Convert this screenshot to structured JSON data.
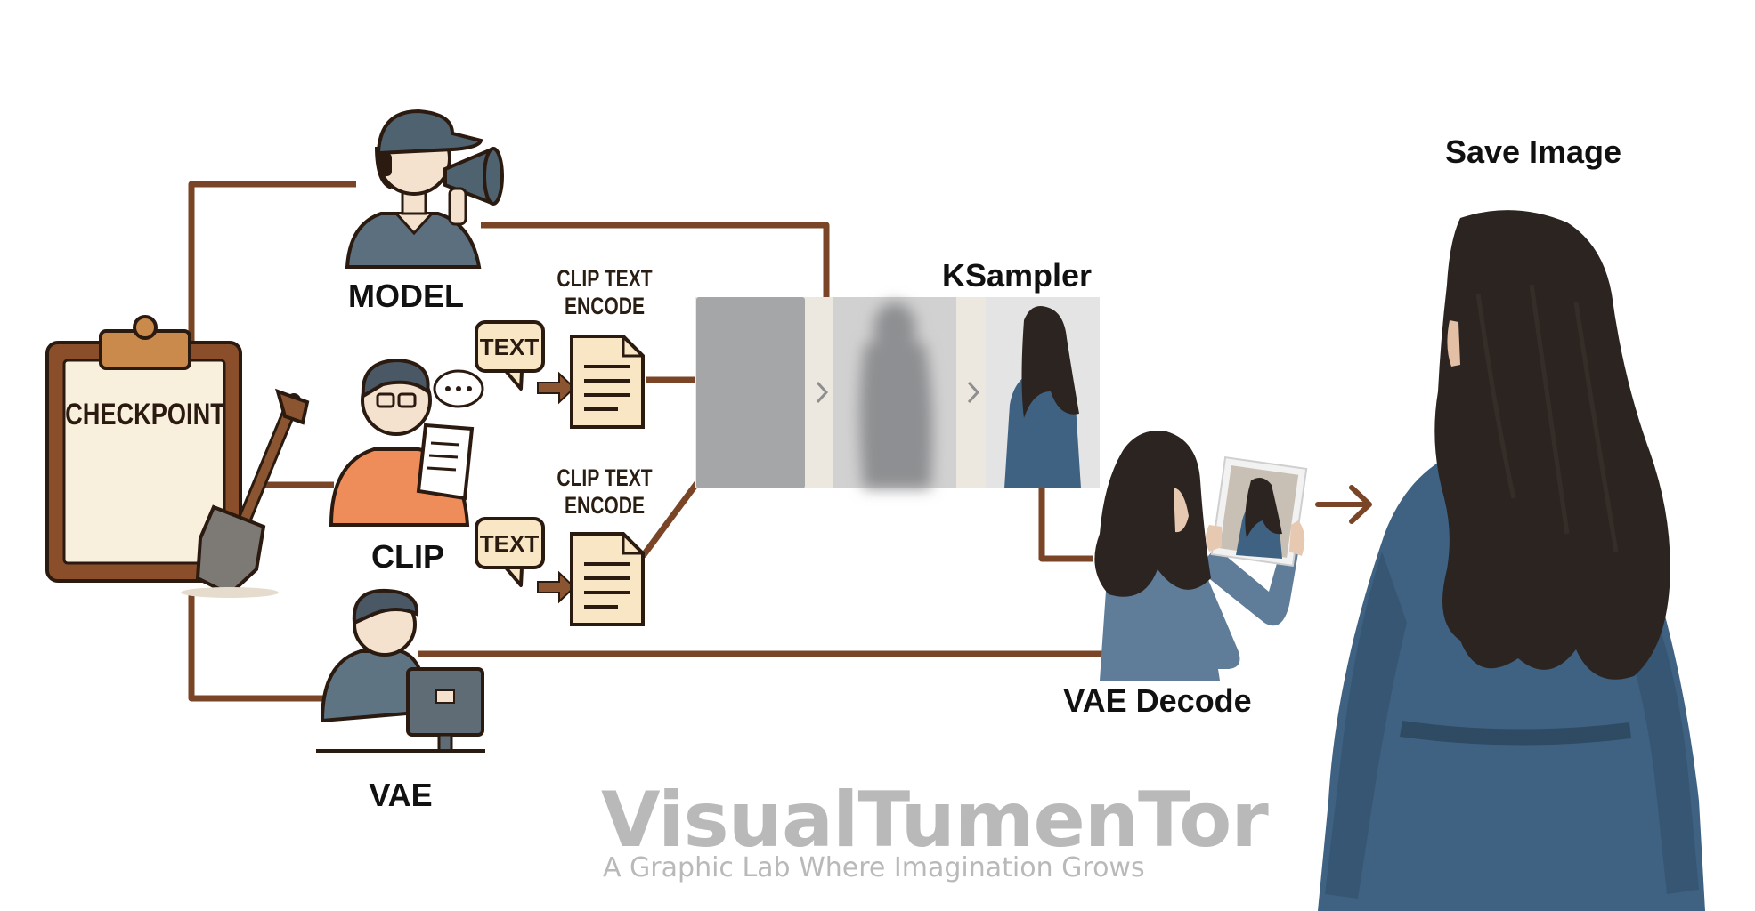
{
  "nodes": {
    "checkpoint": "CHECKPOINT",
    "model": "MODEL",
    "clip": "CLIP",
    "vae": "VAE",
    "clip_text_encode_top": [
      "CLIP TEXT",
      "ENCODE"
    ],
    "clip_text_encode_bottom": [
      "CLIP TEXT",
      "ENCODE"
    ],
    "text_bubble": "TEXT",
    "ksampler": "KSampler",
    "vae_decode": "VAE Decode",
    "save_image": "Save Image"
  },
  "brand": {
    "title": "VisualTumenTor",
    "tagline": "A Graphic Lab Where Imagination Grows"
  },
  "colors": {
    "wire": "#7a4526",
    "clipboard": "#8a4f2a",
    "paper": "#f8efdc",
    "dress": "#3f6282",
    "hair": "#2b2420",
    "orange_shirt": "#ee8c5a",
    "gray_shirt": "#5f7482"
  }
}
